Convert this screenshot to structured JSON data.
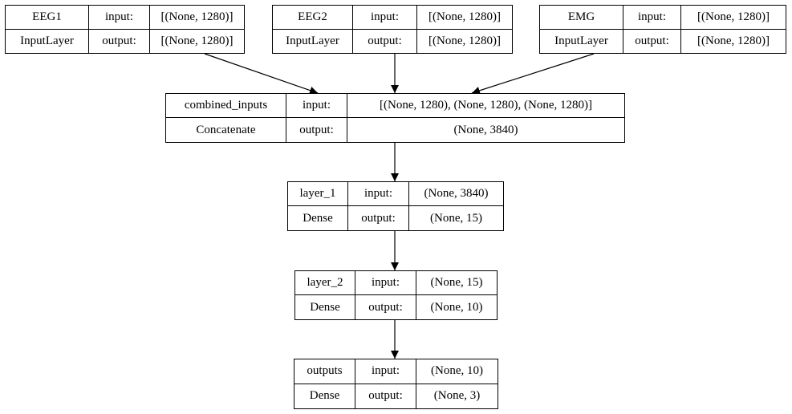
{
  "nodes": {
    "eeg1": {
      "name": "EEG1",
      "type": "InputLayer",
      "input_label": "input:",
      "output_label": "output:",
      "input_shape": "[(None, 1280)]",
      "output_shape": "[(None, 1280)]"
    },
    "eeg2": {
      "name": "EEG2",
      "type": "InputLayer",
      "input_label": "input:",
      "output_label": "output:",
      "input_shape": "[(None, 1280)]",
      "output_shape": "[(None, 1280)]"
    },
    "emg": {
      "name": "EMG",
      "type": "InputLayer",
      "input_label": "input:",
      "output_label": "output:",
      "input_shape": "[(None, 1280)]",
      "output_shape": "[(None, 1280)]"
    },
    "combined": {
      "name": "combined_inputs",
      "type": "Concatenate",
      "input_label": "input:",
      "output_label": "output:",
      "input_shape": "[(None, 1280), (None, 1280), (None, 1280)]",
      "output_shape": "(None, 3840)"
    },
    "layer1": {
      "name": "layer_1",
      "type": "Dense",
      "input_label": "input:",
      "output_label": "output:",
      "input_shape": "(None, 3840)",
      "output_shape": "(None, 15)"
    },
    "layer2": {
      "name": "layer_2",
      "type": "Dense",
      "input_label": "input:",
      "output_label": "output:",
      "input_shape": "(None, 15)",
      "output_shape": "(None, 10)"
    },
    "outputs": {
      "name": "outputs",
      "type": "Dense",
      "input_label": "input:",
      "output_label": "output:",
      "input_shape": "(None, 10)",
      "output_shape": "(None, 3)"
    }
  },
  "edges": [
    {
      "from": "eeg1",
      "to": "combined"
    },
    {
      "from": "eeg2",
      "to": "combined"
    },
    {
      "from": "emg",
      "to": "combined"
    },
    {
      "from": "combined",
      "to": "layer1"
    },
    {
      "from": "layer1",
      "to": "layer2"
    },
    {
      "from": "layer2",
      "to": "outputs"
    }
  ]
}
